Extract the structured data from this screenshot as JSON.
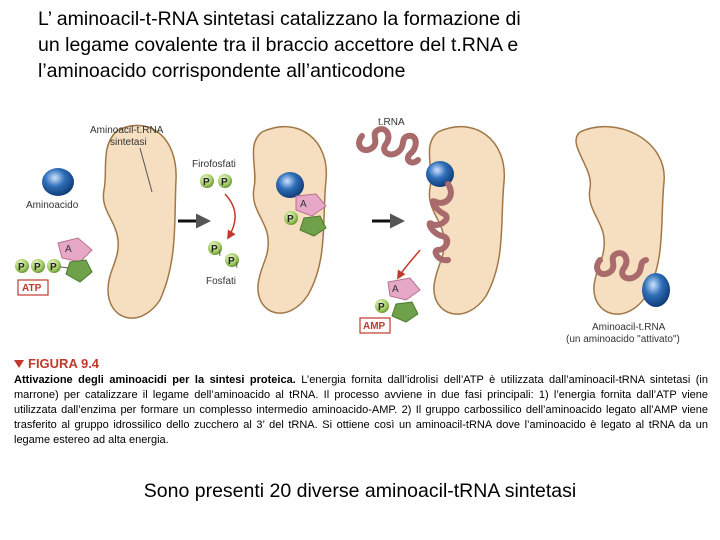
{
  "title": {
    "line1": "L’ aminoacil-t-RNA sintetasi catalizzano la formazione di",
    "line2": "un legame covalente tra il braccio accettore del t.RNA e",
    "line3": "l’aminoacido corrispondente all’anticodone"
  },
  "diagram": {
    "enzyme_label_1": "Aminoacil-t.RNA",
    "enzyme_label_2": "sintetasi",
    "aminoacid_label": "Aminoacido",
    "pyrophosphate_label": "Firofosfati",
    "phosphate_label": "Fosfati",
    "atp_label": "ATP",
    "amp_label": "AMP",
    "trna_label": "t.RNA",
    "product_label_1": "Aminoacil-t.RNA",
    "product_label_2": "(un aminoacido \"attivato\")",
    "p": "P",
    "pi_sub": "i",
    "a": "A",
    "colors": {
      "enzyme_fill": "#f6dfc0",
      "enzyme_stroke": "#a07848",
      "aminoacid": "#2f6fb8",
      "phosphate": "#8fbf4a",
      "adenine": "#e7a7c6",
      "ribose": "#6fa04a",
      "trna": "#a86a6a",
      "label_red": "#c0392b"
    }
  },
  "caption": {
    "figure": "FIGURA 9.4",
    "bold": "Attivazione degli aminoacidi per la sintesi proteica.",
    "text": " L’energia fornita dall’idrolisi dell’ATP è utilizzata dall’aminoacil-tRNA sintetasi (in marrone) per catalizzare il legame dell’aminoacido al tRNA. Il processo avviene in due fasi principali: 1) l’energia fornita dall’ATP viene utilizzata dall’enzima per formare un complesso intermedio aminoacido-AMP. 2) Il gruppo carbossilico dell’aminoacido legato all’AMP viene trasferito al gruppo idrossilico dello zucchero al 3’ del tRNA. Si ottiene così un aminoacil-tRNA dove l’aminoacido è legato al tRNA da un legame estereo ad alta energia."
  },
  "footer": "Sono presenti 20 diverse aminoacil-tRNA sintetasi"
}
